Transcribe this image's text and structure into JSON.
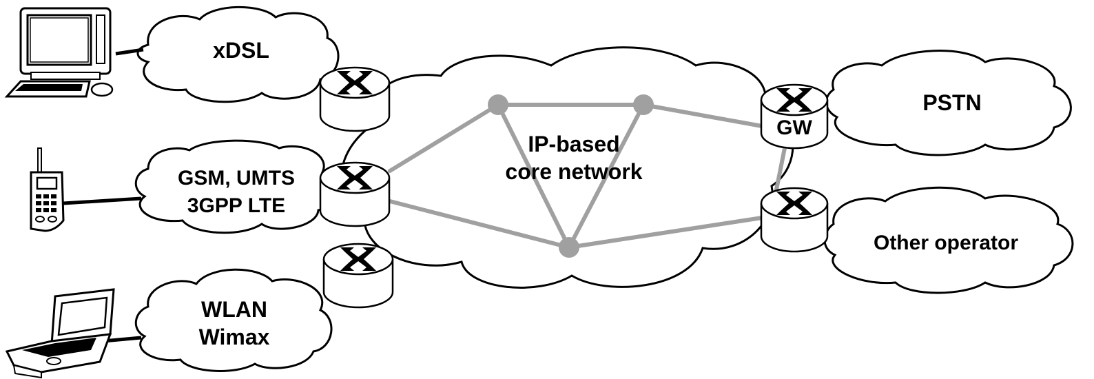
{
  "clouds": {
    "xdsl": "xDSL",
    "gsm_line1": "GSM, UMTS",
    "gsm_line2": "3GPP LTE",
    "wlan_line1": "WLAN",
    "wlan_line2": "Wimax",
    "core_line1": "IP-based",
    "core_line2": "core network",
    "pstn": "PSTN",
    "other": "Other operator"
  },
  "gateway_label": "GW",
  "icons": {
    "desktop": "desktop-computer-icon",
    "phone": "mobile-phone-icon",
    "laptop": "laptop-icon",
    "router": "router-icon"
  },
  "colors": {
    "core_links": "#a0a0a0",
    "access_links": "#000000",
    "cloud_fill": "#ffffff"
  }
}
